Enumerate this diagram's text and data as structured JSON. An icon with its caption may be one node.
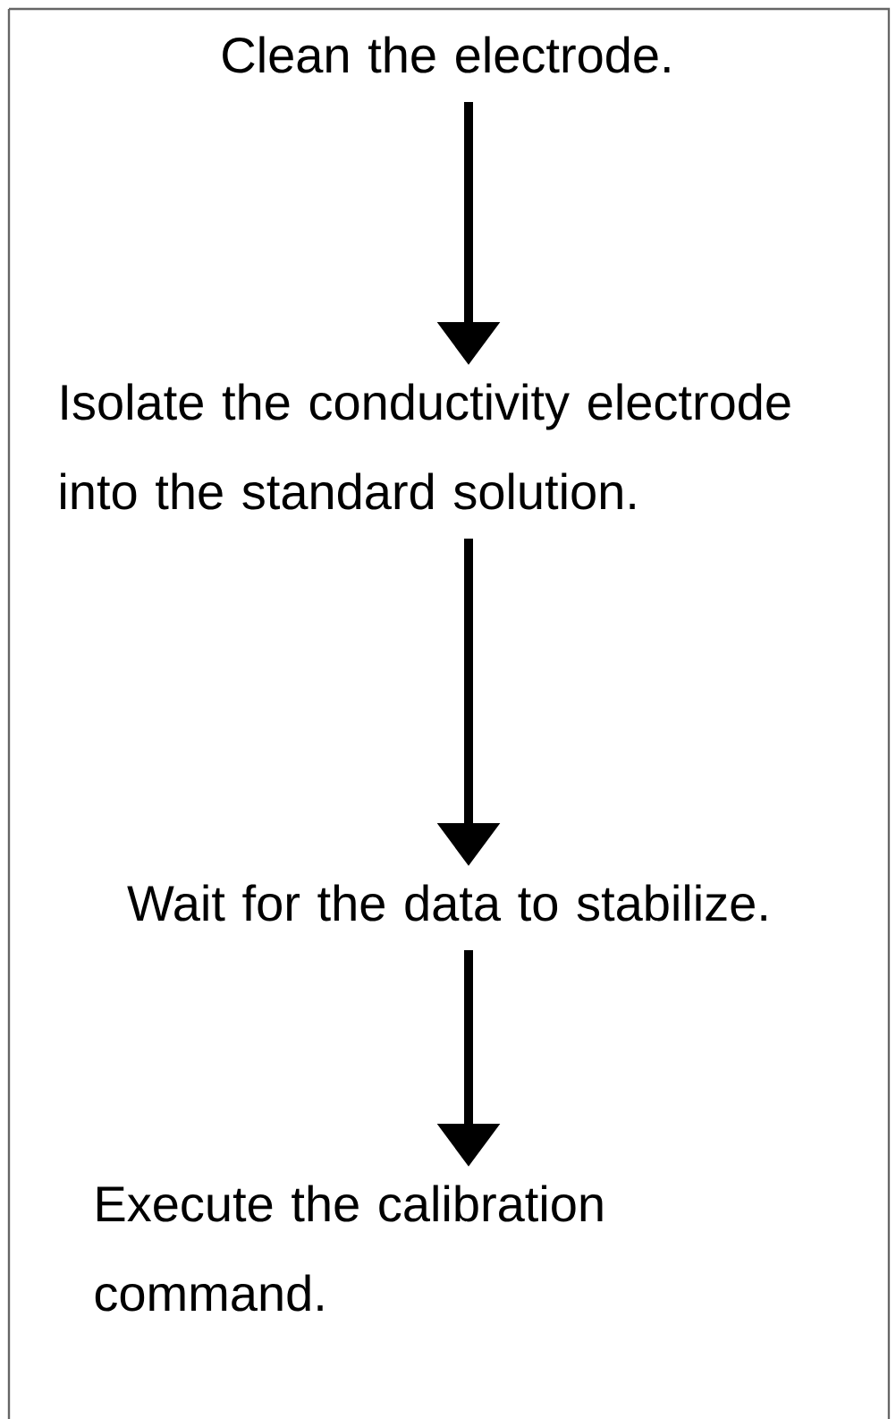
{
  "diagram": {
    "nodes": [
      {
        "text": [
          "Clean the electrode."
        ]
      },
      {
        "text": [
          "Isolate the conductivity electrode into the standard solution."
        ]
      },
      {
        "text": [
          "Wait for the data to stabilize."
        ]
      },
      {
        "text": [
          "Execute the calibration command."
        ]
      }
    ],
    "edges": [
      {
        "from": 0,
        "to": 1,
        "arrow": "to"
      },
      {
        "from": 1,
        "to": 2,
        "arrow": "to"
      },
      {
        "from": 2,
        "to": 3,
        "arrow": "to"
      }
    ]
  }
}
